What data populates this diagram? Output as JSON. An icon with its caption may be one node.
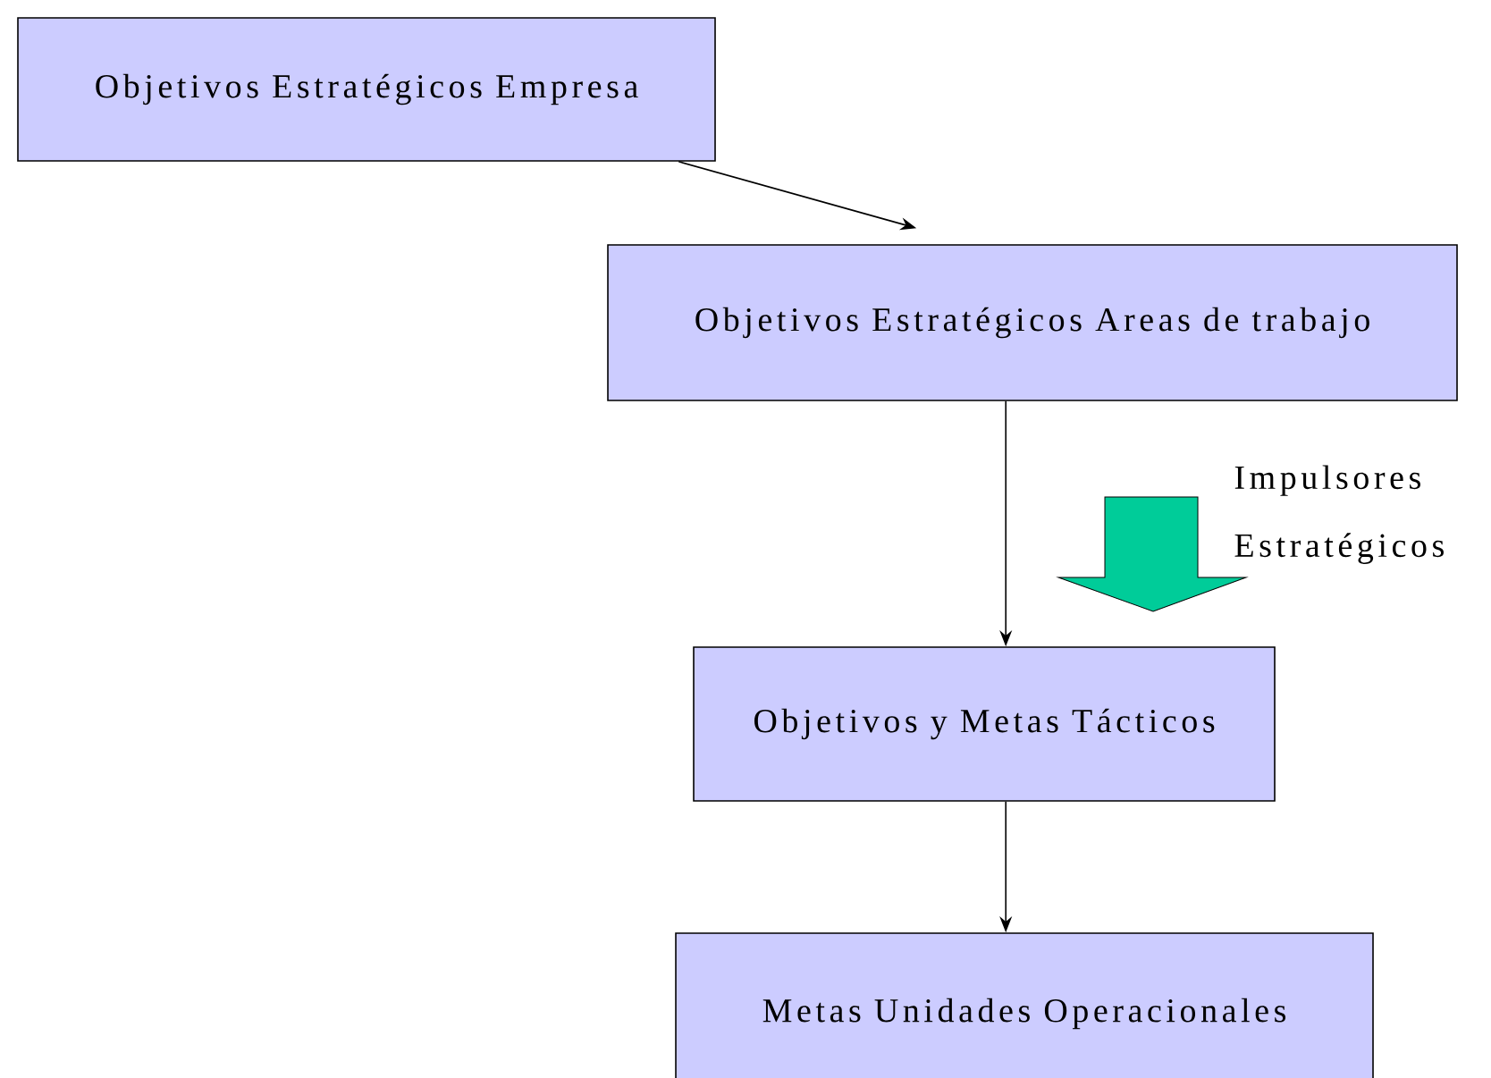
{
  "diagram": {
    "nodes": [
      {
        "text": [
          "Objetivos Estratégicos Empresa"
        ]
      },
      {
        "text": [
          "Objetivos Estratégicos Areas de trabajo"
        ]
      },
      {
        "text": [
          "Objetivos y Metas Tácticos"
        ]
      },
      {
        "text": [
          "Metas Unidades Operacionales"
        ]
      }
    ],
    "edges": [
      {
        "from": 0,
        "to": 1,
        "arrow": "to"
      },
      {
        "from": 1,
        "to": 2,
        "arrow": "to"
      },
      {
        "from": 2,
        "to": 3,
        "arrow": "to"
      }
    ],
    "labels": [
      "Impulsores Estratégicos"
    ]
  }
}
